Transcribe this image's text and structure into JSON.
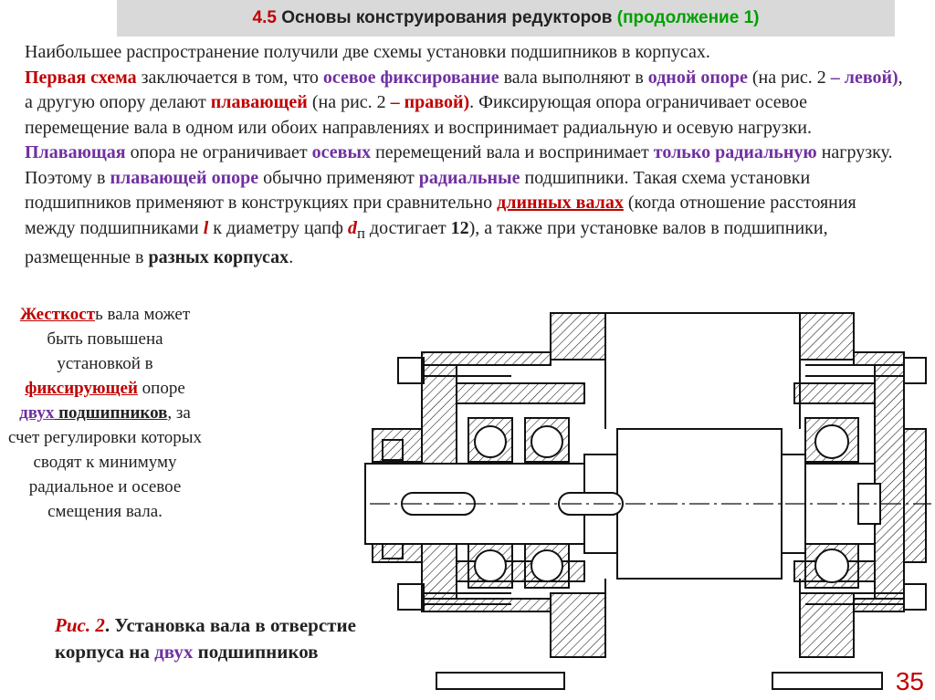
{
  "title": {
    "number": "4.5",
    "text": " Основы конструирования редукторов ",
    "suffix": "(продолжение 1)"
  },
  "paragraph": {
    "s1": "Наибольшее распространение получили две схемы установки подшипников в корпусах.",
    "s2": "Первая схема",
    "s3": " заключается в том, что ",
    "s4": "осевое фиксирование",
    "s5": " вала выполняют в ",
    "s6": "одной опоре",
    "s7": " (на рис. 2 ",
    "s8": "– левой)",
    "s9": ", а другую опору делают ",
    "s10": "плавающей",
    "s11": " (на рис. 2 ",
    "s12": "– правой)",
    "s13": ". Фиксирующая опора ограничивает осевое перемещение вала в одном или обоих направлениях и воспринимает радиальную и осевую нагрузки. ",
    "s14": "Плавающая",
    "s15": " опора не ограничивает ",
    "s16": "осевых",
    "s17": " перемещений вала и воспринимает ",
    "s18": "только радиальную",
    "s19": " нагрузку. Поэтому в ",
    "s20": "плавающей опоре",
    "s21": " обычно применяют ",
    "s22": "радиальные",
    "s23": " подшипники. Такая схема установки подшипников применяют в конструкциях при сравнительно ",
    "s24": "длинных валах",
    "s25": " (когда отношение расстояния между подшипниками ",
    "s26": "l",
    "s27": " к диаметру цапф ",
    "s28": "d",
    "s29": "п",
    "s30": " достигает ",
    "s31": "12",
    "s32": "), а также при установке валов в подшипники, размещенные в ",
    "s33": "разных корпусах",
    "s34": "."
  },
  "side_note": {
    "p1": "Жесткост",
    "p2": "ь вала может быть повышена установкой в ",
    "p3": "фиксирующей",
    "p4": " опоре ",
    "p5": "двух",
    "p6": " подшипников",
    "p7": ", за счет регулировки которых сводят к минимуму радиальное и осевое смещения вала."
  },
  "caption": {
    "c1": "Рис. 2",
    "c2": ". Установка вала в отверстие корпуса на ",
    "c3": "двух",
    "c4": " подшипников"
  },
  "page_number": "35",
  "colors": {
    "red": "#c00000",
    "blue": "#7030a0",
    "green": "#00a000",
    "title_bg": "#d9d9d9"
  }
}
